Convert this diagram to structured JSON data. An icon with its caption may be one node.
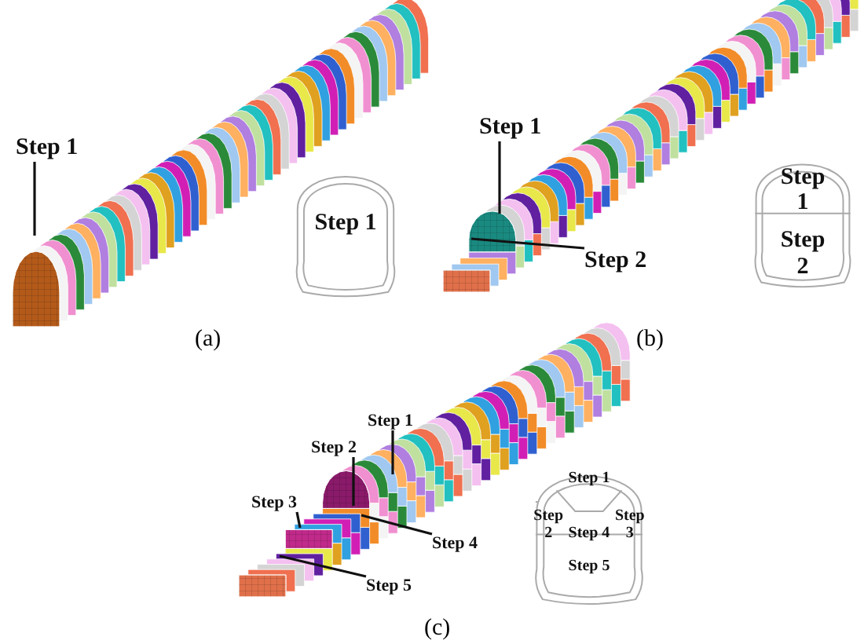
{
  "diagram": {
    "nodes": [
      {
        "text": [
          "Step 1"
        ]
      },
      {
        "text": [
          "Step 1"
        ]
      },
      {
        "text": [
          "Step 1"
        ]
      },
      {
        "text": [
          "Step 2"
        ]
      },
      {
        "text": [],
        "shape": "box"
      },
      {
        "text": [
          "Step 1"
        ],
        "in": 4
      },
      {
        "text": [
          "Step 2"
        ],
        "in": 4
      },
      {
        "text": [
          "Step 1"
        ]
      },
      {
        "text": [
          "Step 2"
        ]
      },
      {
        "text": [
          "Step 3"
        ]
      },
      {
        "text": [
          "Step 4"
        ]
      },
      {
        "text": [
          "Step 5"
        ]
      },
      {
        "text": [],
        "shape": "box"
      },
      {
        "text": [
          "Step 1"
        ],
        "in": 12
      },
      {
        "text": [
          "Step 2"
        ],
        "in": 12
      },
      {
        "text": [
          "Step 4"
        ],
        "in": 12
      },
      {
        "text": [
          "Step 3"
        ],
        "in": 12
      },
      {
        "text": [
          "Step 5"
        ],
        "in": 12
      }
    ],
    "edges": [
      {
        "from": 0,
        "to": null,
        "arrow": "none"
      },
      {
        "from": 2,
        "to": null,
        "arrow": "none"
      },
      {
        "from": 3,
        "to": null,
        "arrow": "none"
      },
      {
        "from": 7,
        "to": null,
        "arrow": "none"
      },
      {
        "from": 8,
        "to": null,
        "arrow": "none"
      },
      {
        "from": 9,
        "to": null,
        "arrow": "none"
      },
      {
        "from": 10,
        "to": null,
        "arrow": "none"
      },
      {
        "from": 11,
        "to": null,
        "arrow": "none"
      }
    ],
    "labels": [
      "(a)",
      "(b)",
      "(c)"
    ]
  }
}
